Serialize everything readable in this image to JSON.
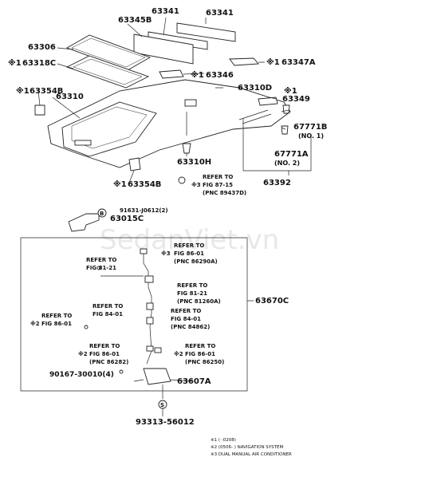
{
  "callouts": {
    "p63341a": "63341",
    "p63341b": "63341",
    "p63345b": "63345B",
    "p63306": "63306",
    "p63318c": "63318C",
    "p63347a": "63347A",
    "p63346": "63346",
    "p63354b_top": "63354B",
    "p63310": "63310",
    "p63310d": "63310D",
    "p63349": "63349",
    "p67771b": "67771B",
    "no1": "(NO. 1)",
    "p67771a": "67771A",
    "no2": "(NO. 2)",
    "p63392": "63392",
    "p63310h": "63310H",
    "p63354b_bot": "63354B",
    "p91631": "91631-J0612(2)",
    "p63015c": "63015C",
    "p63670c": "63670C",
    "p90167": "90167-30010(4)",
    "p63607a": "63607A",
    "p93313": "93313-56012"
  },
  "marks": {
    "star1": "※1",
    "star2": "※2",
    "star3": "※3",
    "circle_b": "B",
    "circle_s": "S"
  },
  "refs": {
    "r1_l1": "REFER TO",
    "r1_l2": "FIG 87-15",
    "r1_l3": "(PNC 89437D)",
    "r2_l1": "REFER TO",
    "r2_l2": "FIG 86-01",
    "r2_l3": "(PNC 86290A)",
    "r3_l1": "REFER TO",
    "r3_l2": "FIG 81-21",
    "r4_l1": "REFER TO",
    "r4_l2": "FIG 81-21",
    "r4_l3": "(PNC 81260A)",
    "r5_l1": "REFER TO",
    "r5_l2": "FIG 84-01",
    "r5_l3": "(PNC 84862)",
    "r6_l1": "REFER TO",
    "r6_l2": "FIG 84-01",
    "r7_l1": "REFER TO",
    "r7_l2": "FIG 86-01",
    "r8_l1": "REFER TO",
    "r8_l2": "FIG 86-01",
    "r8_l3": "(PNC 86282)",
    "r9_l1": "REFER TO",
    "r9_l2": "FIG 86-01",
    "r9_l3": "(PNC 86250)"
  },
  "footnotes": {
    "n1": "※1 (     -0208)",
    "n2": "※2 (0506-     )  NAVIGATION SYSTEM",
    "n3": "※3 DUAL MANUAL AIR CONDITIONER"
  },
  "watermark": "SedanViet.vn"
}
